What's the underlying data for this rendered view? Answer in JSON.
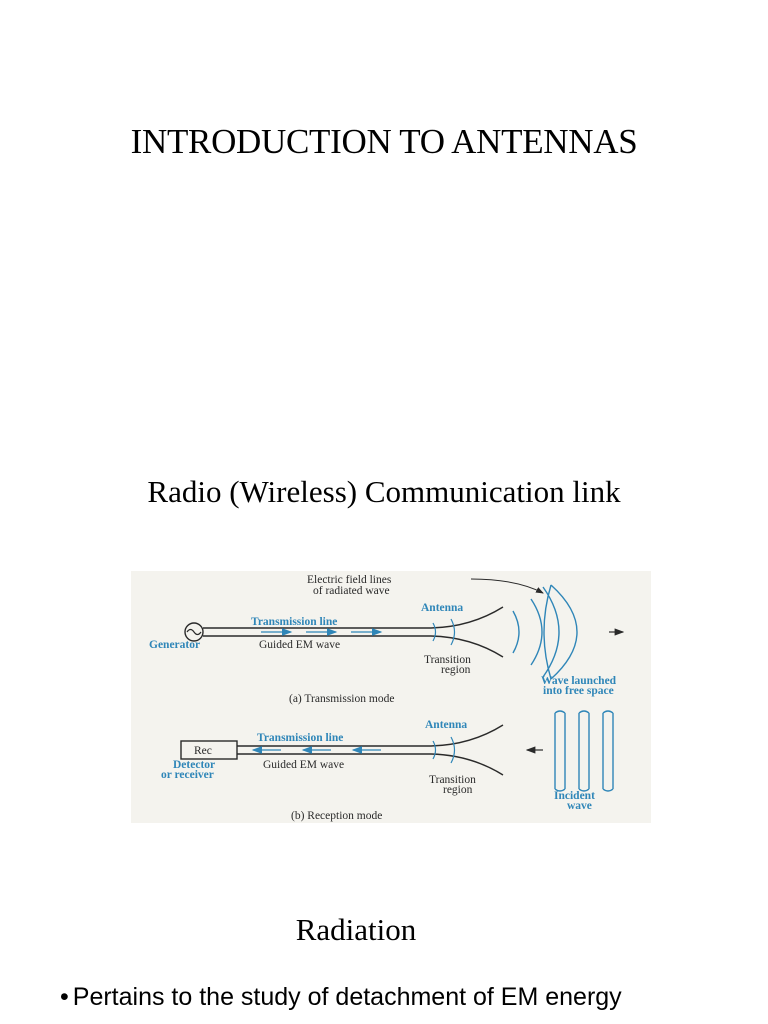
{
  "slide1": {
    "title": "INTRODUCTION TO ANTENNAS"
  },
  "slide2": {
    "title": "Radio (Wireless) Communication link",
    "figure": {
      "label_field_lines_1": "Electric field lines",
      "label_field_lines_2": "of radiated wave",
      "label_antenna_a": "Antenna",
      "label_tline_a": "Transmission line",
      "label_generator": "Generator",
      "label_guided_a": "Guided EM wave",
      "label_transition_a_1": "Transition",
      "label_transition_a_2": "region",
      "label_launched_1": "Wave launched",
      "label_launched_2": "into free space",
      "caption_a": "(a) Transmission mode",
      "label_antenna_b": "Antenna",
      "label_tline_b": "Transmission line",
      "label_rec": "Rec",
      "label_detector_1": "Detector",
      "label_detector_2": "or receiver",
      "label_guided_b": "Guided EM wave",
      "label_transition_b_1": "Transition",
      "label_transition_b_2": "region",
      "label_incident_1": "Incident",
      "label_incident_2": "wave",
      "caption_b": "(b) Reception mode",
      "colors": {
        "blue": "#2f86b8",
        "ink": "#2a2a2a",
        "background": "#f4f3ee"
      }
    }
  },
  "slide3": {
    "title": "Radiation",
    "bullets": [
      "Pertains to the study of detachment of EM energy"
    ]
  }
}
